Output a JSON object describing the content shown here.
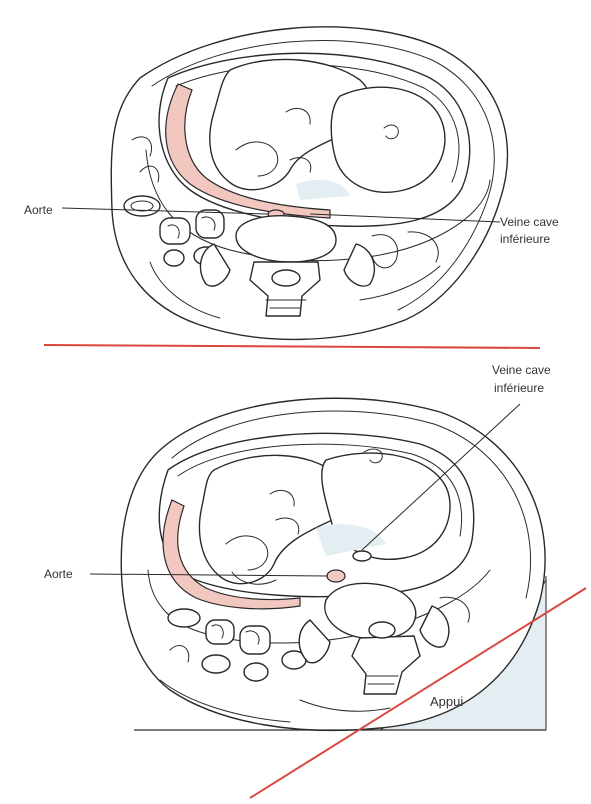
{
  "figure_top": {
    "label_aorte": "Aorte",
    "label_veine_cave_1": "Veine cave",
    "label_veine_cave_2": "inférieure"
  },
  "figure_bottom": {
    "label_veine_cave_1": "Veine cave",
    "label_veine_cave_2": "inférieure",
    "label_aorte": "Aorte",
    "label_appui": "Appui"
  },
  "colors": {
    "red_line": "#d9473d",
    "aorta_fill": "#f2c7c0",
    "ink": "#2a2a2a",
    "support_tint": "#e4eef2"
  }
}
